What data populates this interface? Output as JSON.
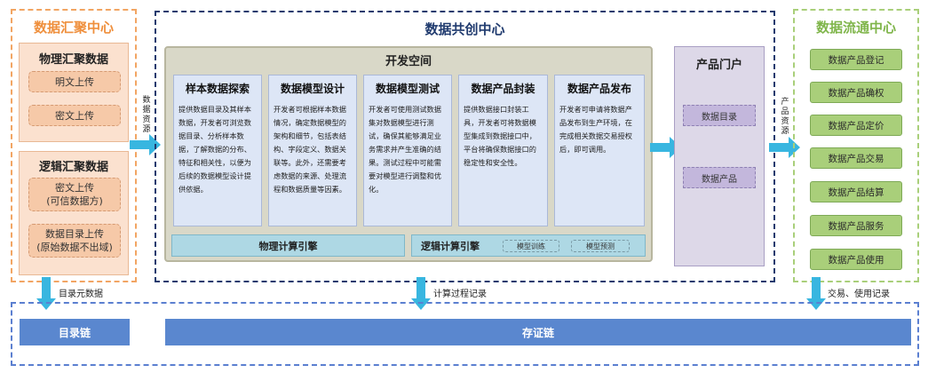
{
  "left": {
    "title": "数据汇聚中心",
    "physical": {
      "title": "物理汇聚数据",
      "items": [
        "明文上传",
        "密文上传"
      ]
    },
    "logical": {
      "title": "逻辑汇聚数据",
      "items": [
        "密文上传\n(可信数据方)",
        "数据目录上传\n(原始数据不出域)"
      ]
    }
  },
  "center": {
    "title": "数据共创中心",
    "dev_space": "开发空间",
    "modules": [
      {
        "title": "样本数据探索",
        "text": "提供数据目录及其样本数据，开发者可浏览数据目录、分析样本数据，了解数据的分布、特征和相关性，以便为后续的数据模型设计提供依据。"
      },
      {
        "title": "数据模型设计",
        "text": "开发者可根据样本数据情况，确定数据模型的架构和细节，包括表结构、字段定义、数据关联等。此外，还需要考虑数据的来源、处理流程和数据质量等因素。"
      },
      {
        "title": "数据模型测试",
        "text": "开发者可使用测试数据集对数据模型进行测试，确保其能够满足业务需求并产生准确的结果。测试过程中可能需要对模型进行调整和优化。"
      },
      {
        "title": "数据产品封装",
        "text": "提供数据接口封装工具，开发者可将数据模型集成到数据接口中，平台将确保数据接口的稳定性和安全性。"
      },
      {
        "title": "数据产品发布",
        "text": "开发者可申请将数据产品发布到生产环境，在完成相关数据交易授权后，即可调用。"
      }
    ],
    "engine_physical": "物理计算引擎",
    "engine_logical": "逻辑计算引擎",
    "engine_tags": [
      "模型训练",
      "模型预测"
    ],
    "portal": {
      "title": "产品门户",
      "items": [
        "数据目录",
        "数据产品"
      ]
    }
  },
  "right": {
    "title": "数据流通中心",
    "items": [
      "数据产品登记",
      "数据产品确权",
      "数据产品定价",
      "数据产品交易",
      "数据产品结算",
      "数据产品服务",
      "数据产品使用"
    ]
  },
  "arrows": {
    "left_label": "数据资源",
    "right_label": "产品资源",
    "down_left": "目录元数据",
    "down_mid": "计算过程记录",
    "down_right": "交易、使用记录"
  },
  "chains": {
    "left": "目录链",
    "main": "存证链"
  },
  "colors": {
    "orange": "#ef8f3c",
    "navy": "#1f3a6e",
    "green": "#7fb54a",
    "chain": "#5a87cf",
    "arrow": "#38b6e0"
  }
}
